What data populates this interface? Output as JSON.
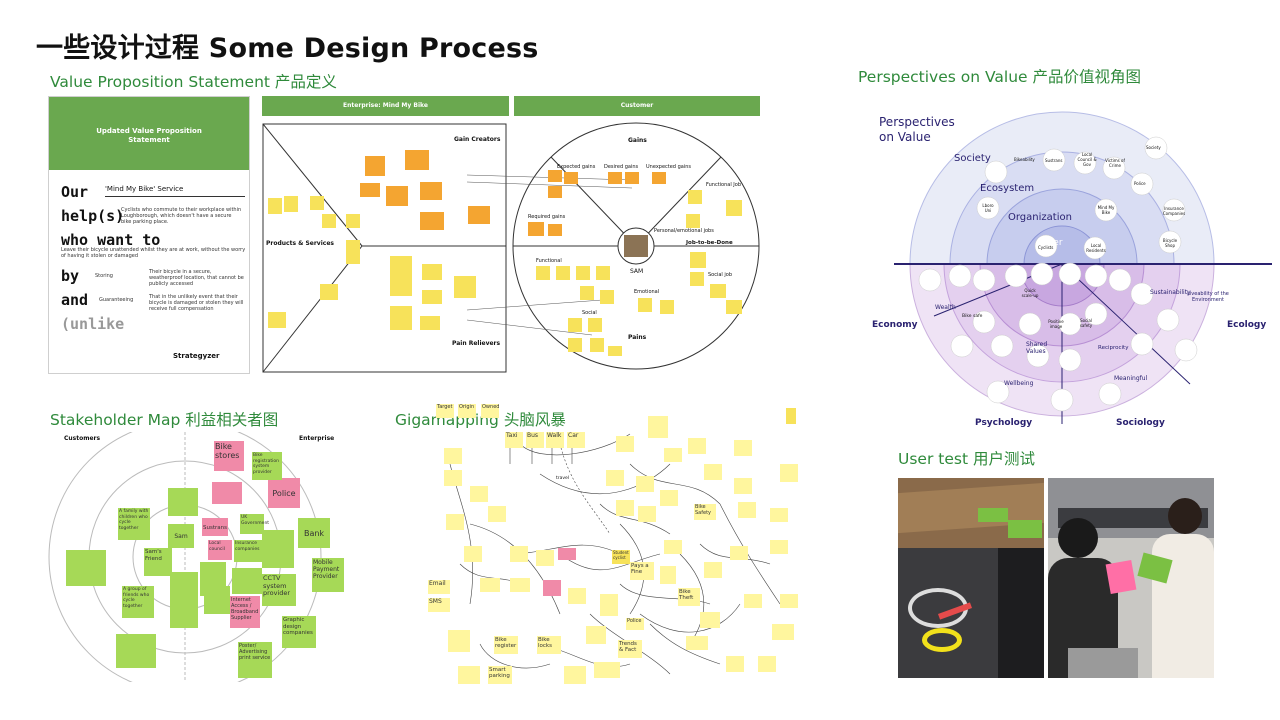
{
  "title": "一些设计过程 Some Design Process",
  "sections": {
    "vps": "Value Proposition Statement 产品定义",
    "perspectives": "Perspectives on Value 产品价值视角图",
    "stakeholder": "Stakeholder Map 利益相关者图",
    "giga": "Gigamapping 头脑风暴",
    "usertest": "User test 用户测试"
  },
  "vps_card": {
    "header": "Updated Value Proposition Statement",
    "our": "Our",
    "service": "'Mind My Bike' Service",
    "helps": "help(s)",
    "helps_text": "Cyclists who commute to their workplace within Loughborough, which doesn't have a secure bike parking place.",
    "who": "who want to",
    "who_text": "Leave their bicycle unattended whilst they are at work, without the worry of having it stolen or damaged",
    "by": "by",
    "by_storing": "Storing",
    "by_text": "Their bicycle in a secure, weatherproof location, that cannot be publicly accessed",
    "and": "and",
    "and_guaranteeing": "Guaranteeing",
    "and_text": "That in the unlikely event that their bicycle is damaged or stolen they will receive full compensation",
    "unlike": "(unlike",
    "brand": "Strategyzer"
  },
  "canvas": {
    "enterprise": "Enterprise: Mind My Bike",
    "customer": "Customer",
    "gain_creators": "Gain Creators",
    "products": "Products & Services",
    "pain_relievers": "Pain Relievers",
    "gains": "Gains",
    "pains": "Pains",
    "job": "Job-to-be-Done",
    "sam": "SAM",
    "expected": "Expected gains",
    "desired": "Desired gains",
    "unexpected": "Unexpected gains",
    "required": "Required gains",
    "functional": "Functional",
    "emotional": "Emotional",
    "social": "Social",
    "functional_job": "Functional Job",
    "emotional_jobs": "Personal/emotional jobs",
    "social_job": "Social job"
  },
  "perspectives": {
    "heading": "Perspectives on Value",
    "rings": [
      "Society",
      "Ecosystem",
      "Organization",
      "User"
    ],
    "bubbles_top": [
      "Bikeability",
      "Sustrans",
      "Local Council & Gov",
      "Victims of Crime",
      "Society",
      "Police",
      "Insurance Companies",
      "Bicycle Shop",
      "Lboro Uni",
      "Mind My Bike",
      "Local Residents",
      "Cyclists"
    ],
    "axes": [
      "Economy",
      "Ecology",
      "Psychology",
      "Sociology"
    ],
    "lower": [
      "Wealth",
      "Sustainability",
      "Liveability of the Environment",
      "Shared Values",
      "Wellbeing",
      "Meaningful",
      "Reciprocity",
      "Positive image",
      "Social safety",
      "Quick scale-up",
      "Bike safe"
    ]
  },
  "stakeholder": {
    "customers": "Customers",
    "enterprise": "Enterprise",
    "notes": [
      "Bike stores",
      "Police",
      "Bank",
      "Mobile Payment Provider",
      "CCTV system provider",
      "Graphic design companies",
      "Poster/ Advertising print service",
      "Internet Access / Broadband Supplier",
      "Sam",
      "Sam's Friend",
      "A family with children who cycle together",
      "A group of friends who cycle together",
      "Sustrans",
      "Local council",
      "UK Government",
      "Insurance companies",
      "Bike registration system provider"
    ]
  },
  "giga": {
    "notes": [
      "Taxi",
      "Bus",
      "Walk",
      "Car",
      "Email",
      "SMS",
      "Bike register",
      "Bike locks",
      "Smart parking",
      "Pays a Fine",
      "Bike Theft",
      "Trends & Fact",
      "Police",
      "Student cyclist",
      "Bike Safety",
      "Target",
      "Origin",
      "Owned",
      "travel"
    ]
  }
}
